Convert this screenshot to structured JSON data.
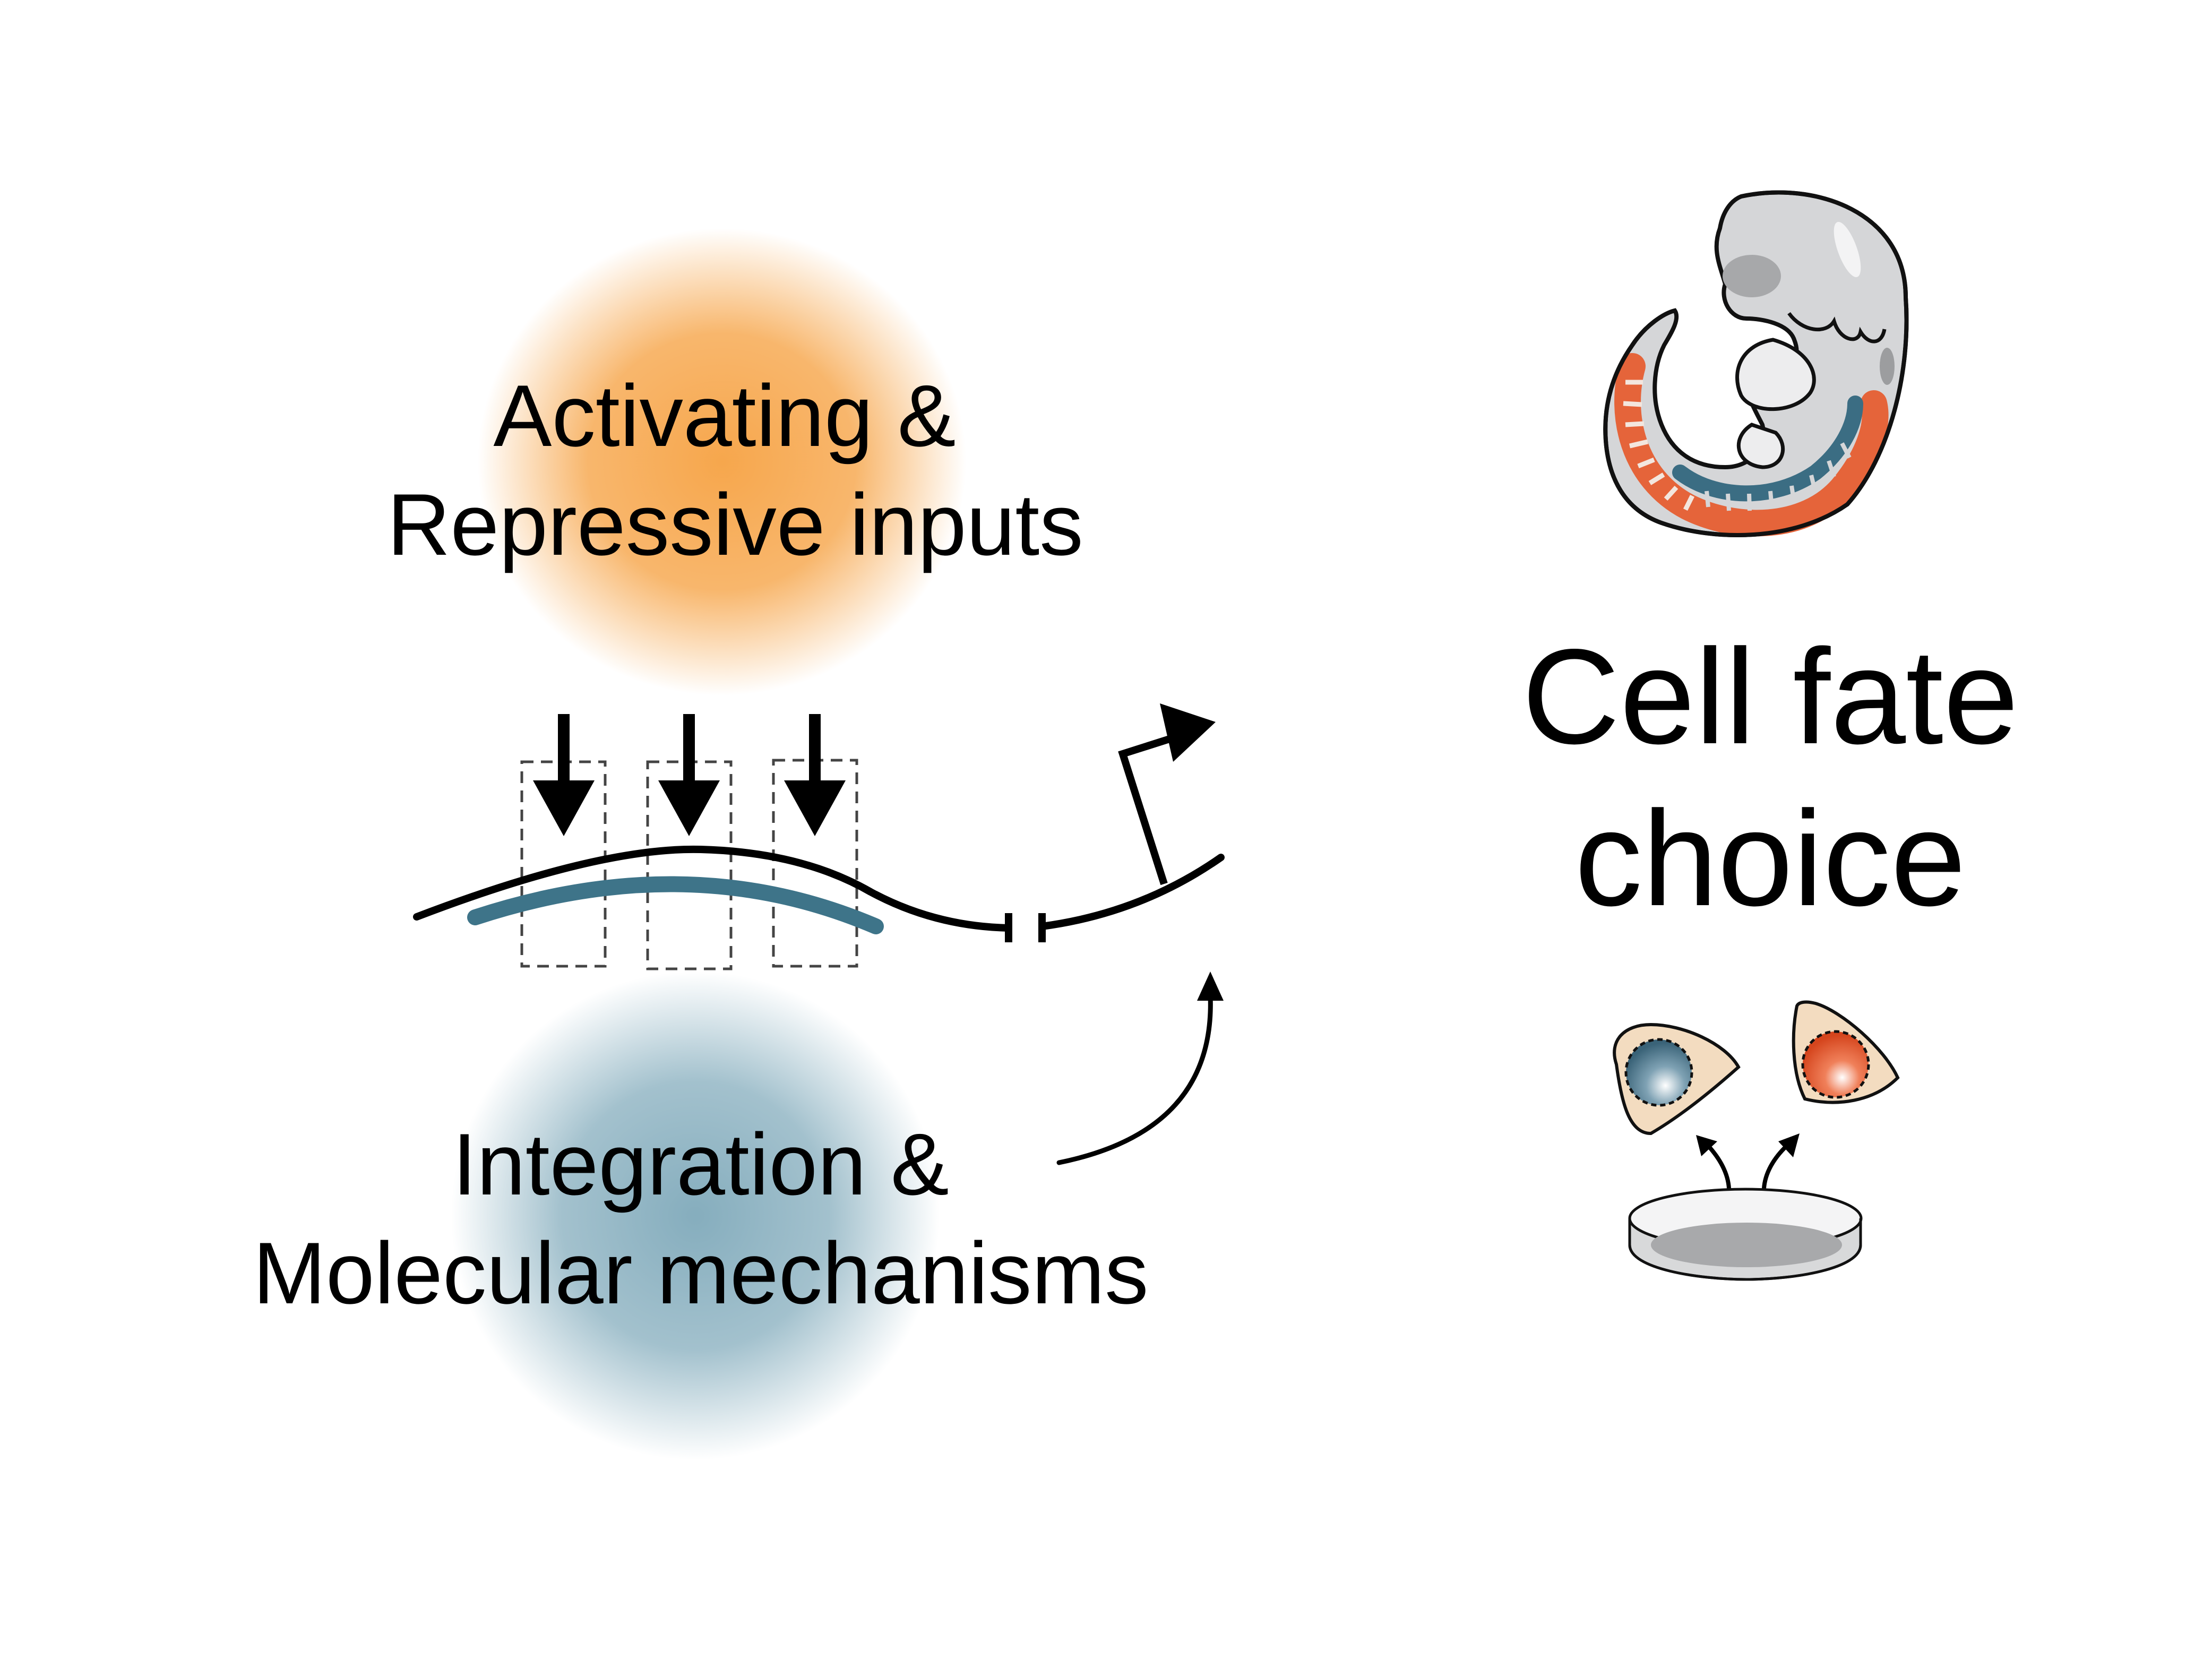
{
  "inputs_label": {
    "line1": "Activating &",
    "line2": "Repressive inputs"
  },
  "integration_label": {
    "line1": "Integration &",
    "line2": "Molecular mechanisms"
  },
  "outcome_label": {
    "line1": "Cell fate",
    "line2": "choice"
  },
  "colors": {
    "activating_glow": "#f6a243",
    "integration_glow": "#7fa9ba",
    "enhancer_bar": "#3e7489",
    "somite_orange": "#e5643a",
    "somite_blue": "#3b6d83",
    "embryo_gray": "#d5d6d8",
    "cell_cytoplasm": "#f3dcc0",
    "dish_gray": "#bfc0c2"
  },
  "icons": [
    "down-arrow-icon",
    "transcription-start-arrow-icon",
    "curved-arrow-icon",
    "embryo-icon",
    "cell-icon",
    "culture-dish-icon"
  ]
}
